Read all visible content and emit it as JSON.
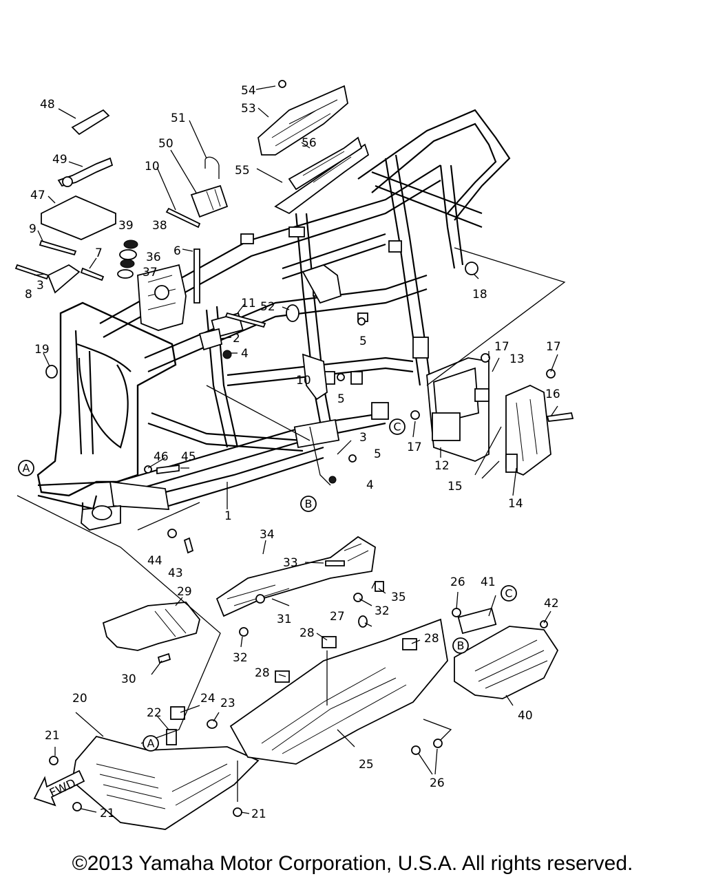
{
  "copyright": "©2013 Yamaha Motor Corporation, U.S.A. All rights reserved.",
  "fwd_label": "FWD",
  "callouts": {
    "c1": "1",
    "c2": "2",
    "c3a": "3",
    "c3b": "3",
    "c4a": "4",
    "c4b": "4",
    "c5a": "5",
    "c5b": "5",
    "c5c": "5",
    "c6": "6",
    "c7": "7",
    "c8": "8",
    "c9": "9",
    "c10a": "10",
    "c10b": "10",
    "c11": "11",
    "c12": "12",
    "c13": "13",
    "c14": "14",
    "c15": "15",
    "c16": "16",
    "c17a": "17",
    "c17b": "17",
    "c17c": "17",
    "c18": "18",
    "c19": "19",
    "c20": "20",
    "c21a": "21",
    "c21b": "21",
    "c21c": "21",
    "c22": "22",
    "c23": "23",
    "c24": "24",
    "c25": "25",
    "c26a": "26",
    "c26b": "26",
    "c27": "27",
    "c28a": "28",
    "c28b": "28",
    "c28c": "28",
    "c29": "29",
    "c30": "30",
    "c31": "31",
    "c32a": "32",
    "c32b": "32",
    "c33": "33",
    "c34": "34",
    "c35": "35",
    "c36": "36",
    "c37": "37",
    "c38": "38",
    "c39": "39",
    "c40": "40",
    "c41": "41",
    "c42": "42",
    "c43": "43",
    "c44": "44",
    "c45": "45",
    "c46": "46",
    "c47": "47",
    "c48": "48",
    "c49": "49",
    "c50": "50",
    "c51": "51",
    "c52": "52",
    "c53": "53",
    "c54": "54",
    "c55": "55",
    "c56": "56"
  },
  "refs": {
    "A1": "A",
    "A2": "A",
    "B1": "B",
    "B2": "B",
    "C1": "C",
    "C2": "C"
  }
}
